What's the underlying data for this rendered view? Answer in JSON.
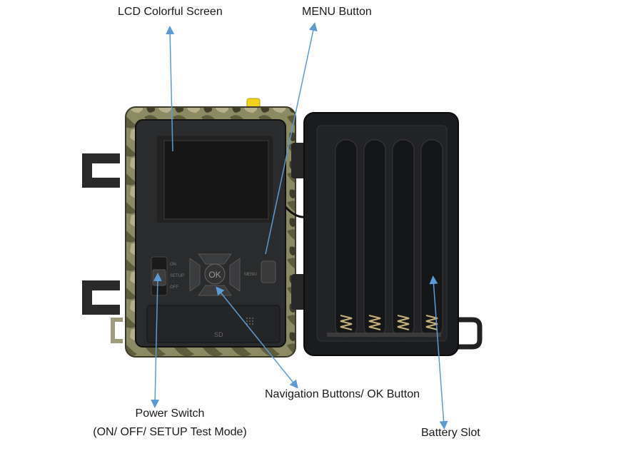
{
  "labels": {
    "lcd": "LCD Colorful Screen",
    "menu": "MENU Button",
    "nav": "Navigation Buttons/ OK Button",
    "power_line1": "Power Switch",
    "power_line2": "(ON/ OFF/ SETUP Test Mode)",
    "battery": "Battery Slot"
  },
  "device": {
    "ok_text": "OK",
    "switch_on": "ON",
    "switch_setup": "SETUP",
    "switch_off": "OFF",
    "menu_text": "MENU",
    "sd_text": "SD"
  },
  "colors": {
    "arrow": "#5b9bd5",
    "camo": "#8a8a62",
    "panel": "#2a2b2d",
    "screen": "#161616",
    "case": "#1b1c1e",
    "antenna": "#f2d21b"
  }
}
